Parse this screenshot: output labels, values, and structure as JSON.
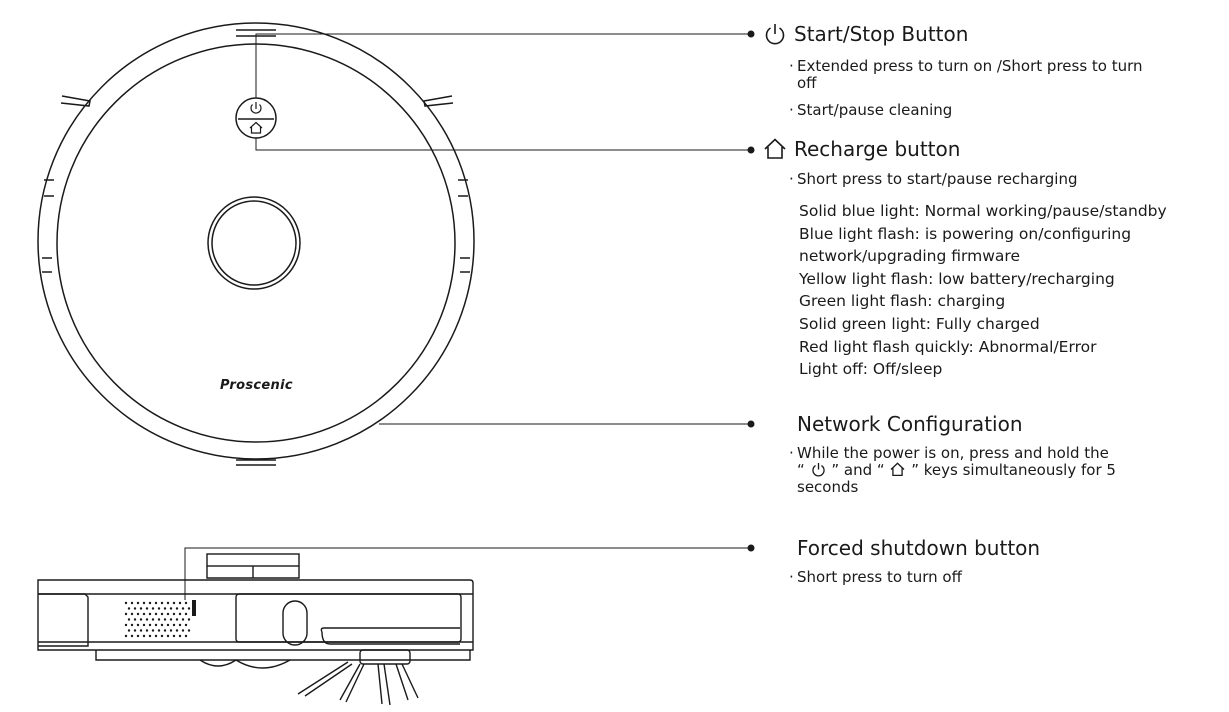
{
  "brand": "Proscenic",
  "buttons": {
    "start_stop": {
      "icon": "power-icon",
      "title": "Start/Stop Button",
      "notes": [
        "Extended press to turn on /Short press to turn off",
        "Start/pause cleaning"
      ]
    },
    "recharge": {
      "icon": "home-icon",
      "title": "Recharge button",
      "notes": [
        "Short press to start/pause recharging"
      ]
    }
  },
  "light_status": [
    "Solid blue light: Normal working/pause/standby",
    "Blue light flash: is powering on/configuring",
    "network/upgrading firmware",
    "Yellow light flash: low battery/recharging",
    "Green light flash: charging",
    "Solid green light: Fully charged",
    "Red light flash quickly: Abnormal/Error",
    "Light off: Off/sleep"
  ],
  "network": {
    "title": "Network Configuration",
    "note_part1": "While the power is on, press and hold the",
    "note_q1": "“",
    "note_q2": "” and “",
    "note_q3": "” keys simultaneously for 5",
    "note_part3": "seconds"
  },
  "forced_shutdown": {
    "title": "Forced shutdown button",
    "notes": [
      "Short press to turn off"
    ]
  }
}
